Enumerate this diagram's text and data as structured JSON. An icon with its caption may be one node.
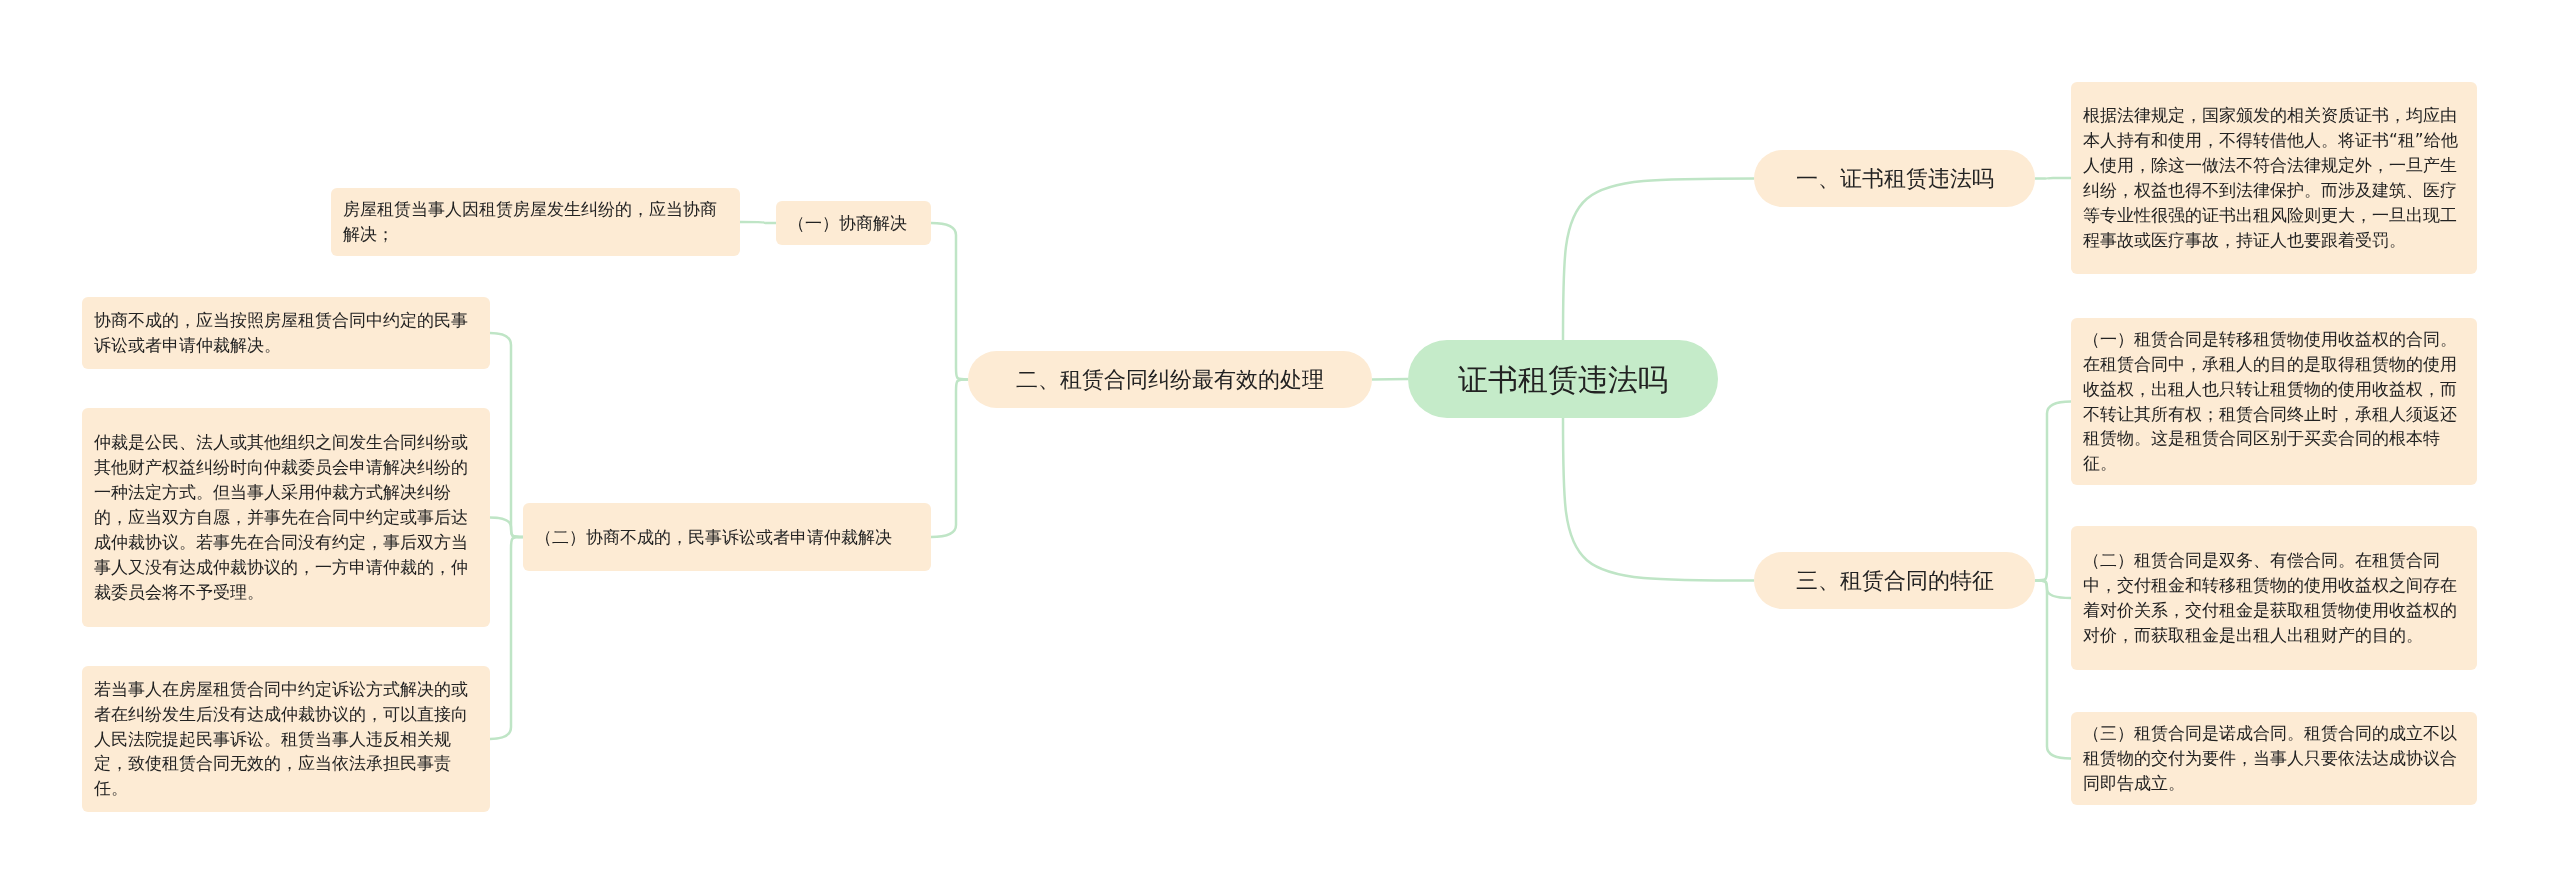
{
  "diagram": {
    "nodes": [
      {
        "text": [
          "证书租赁违法吗"
        ]
      },
      {
        "text": [
          "一、证书租赁违法吗"
        ]
      },
      {
        "text": [
          "根据法律规定，国家颁发的相关资质证书，均应由本人持有和使用，不得转借他人。将证书“租”给他人使用，除这一做法不符合法律规定外，一旦产生纠纷，权益也得不到法律保护。而涉及建筑、医疗等专业性很强的证书出租风险则更大，一旦出现工程事故或医疗事故，持证人也要跟着受罚。"
        ]
      },
      {
        "text": [
          "二、租赁合同纠纷最有效的处理"
        ]
      },
      {
        "text": [
          "（一）协商解决"
        ]
      },
      {
        "text": [
          "房屋租赁当事人因租赁房屋发生纠纷的，应当协商解决；"
        ]
      },
      {
        "text": [
          "（二）协商不成的，民事诉讼或者申请仲裁解决"
        ]
      },
      {
        "text": [
          "协商不成的，应当按照房屋租赁合同中约定的民事诉讼或者申请仲裁解决。"
        ]
      },
      {
        "text": [
          "仲裁是公民、法人或其他组织之间发生合同纠纷或其他财产权益纠纷时向仲裁委员会申请解决纠纷的一种法定方式。但当事人采用仲裁方式解决纠纷的，应当双方自愿，并事先在合同中约定或事后达成仲裁协议。若事先在合同没有约定，事后双方当事人又没有达成仲裁协议的，一方申请仲裁的，仲裁委员会将不予受理。"
        ]
      },
      {
        "text": [
          "若当事人在房屋租赁合同中约定诉讼方式解决的或者在纠纷发生后没有达成仲裁协议的，可以直接向人民法院提起民事诉讼。租赁当事人违反相关规定，致使租赁合同无效的，应当依法承担民事责任。"
        ]
      },
      {
        "text": [
          "三、租赁合同的特征"
        ]
      },
      {
        "text": [
          "（一）租赁合同是转移租赁物使用收益权的合同。在租赁合同中，承租人的目的是取得租赁物的使用收益权，出租人也只转让租赁物的使用收益权，而不转让其所有权；租赁合同终止时，承租人须返还租赁物。这是租赁合同区别于买卖合同的根本特征。"
        ]
      },
      {
        "text": [
          "（二）租赁合同是双务、有偿合同。在租赁合同中，交付租金和转移租赁物的使用收益权之间存在着对价关系，交付租金是获取租赁物使用收益权的对价，而获取租金是出租人出租财产的目的。"
        ]
      },
      {
        "text": [
          "（三）租赁合同是诺成合同。租赁合同的成立不以租赁物的交付为要件，当事人只要依法达成协议合同即告成立。"
        ]
      }
    ],
    "edges": [
      {
        "from": 0,
        "to": 1,
        "arrow": "none"
      },
      {
        "from": 1,
        "to": 2,
        "arrow": "none"
      },
      {
        "from": 0,
        "to": 3,
        "arrow": "none"
      },
      {
        "from": 3,
        "to": 4,
        "arrow": "none"
      },
      {
        "from": 4,
        "to": 5,
        "arrow": "none"
      },
      {
        "from": 3,
        "to": 6,
        "arrow": "none"
      },
      {
        "from": 6,
        "to": 7,
        "arrow": "none"
      },
      {
        "from": 6,
        "to": 8,
        "arrow": "none"
      },
      {
        "from": 6,
        "to": 9,
        "arrow": "none"
      },
      {
        "from": 0,
        "to": 10,
        "arrow": "none"
      },
      {
        "from": 10,
        "to": 11,
        "arrow": "none"
      },
      {
        "from": 10,
        "to": 12,
        "arrow": "none"
      },
      {
        "from": 10,
        "to": 13,
        "arrow": "none"
      }
    ]
  }
}
